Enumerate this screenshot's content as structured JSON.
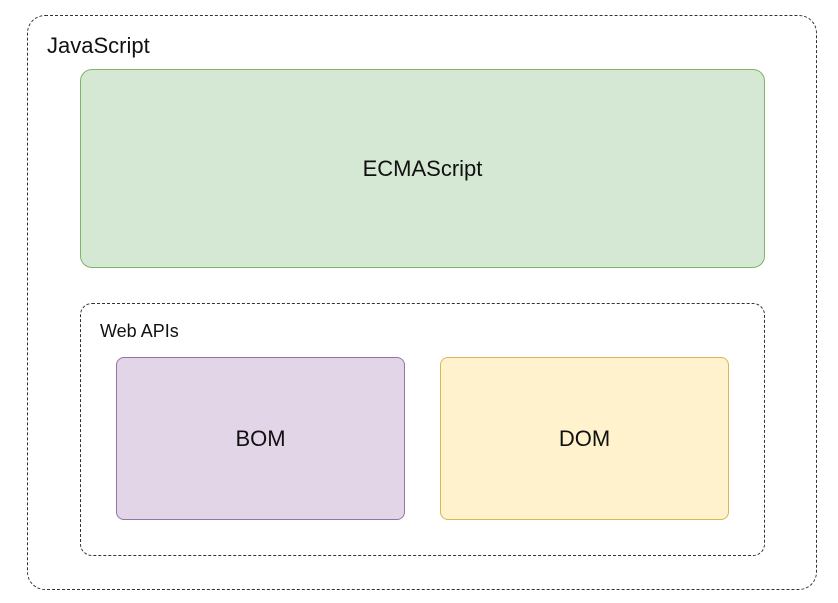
{
  "diagram": {
    "outer": {
      "label": "JavaScript"
    },
    "ecmascript": {
      "label": "ECMAScript",
      "fill": "#d5e8d4",
      "stroke": "#82b366"
    },
    "web_apis": {
      "label": "Web APIs",
      "bom": {
        "label": "BOM",
        "fill": "#e1d5e7",
        "stroke": "#9673a6"
      },
      "dom": {
        "label": "DOM",
        "fill": "#fff2cc",
        "stroke": "#d6b656"
      }
    }
  }
}
